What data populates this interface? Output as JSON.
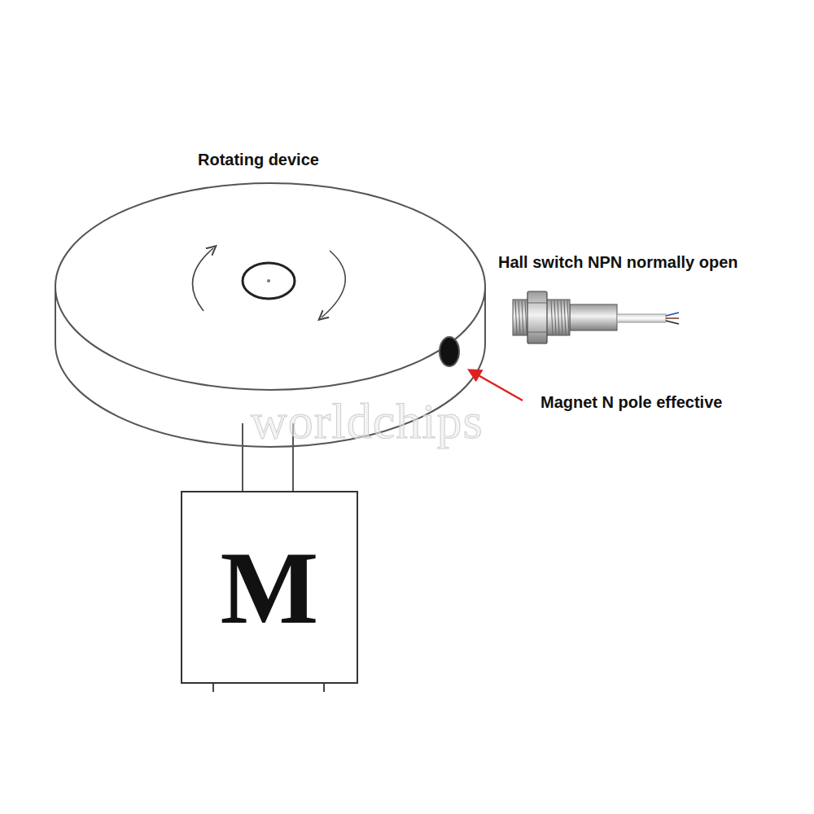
{
  "diagram": {
    "nodes": [
      {
        "text": [
          "M"
        ]
      }
    ],
    "labels": [
      "Rotating device",
      "Hall switch NPN normally open",
      "Magnet N pole effective",
      "worldchips"
    ]
  }
}
